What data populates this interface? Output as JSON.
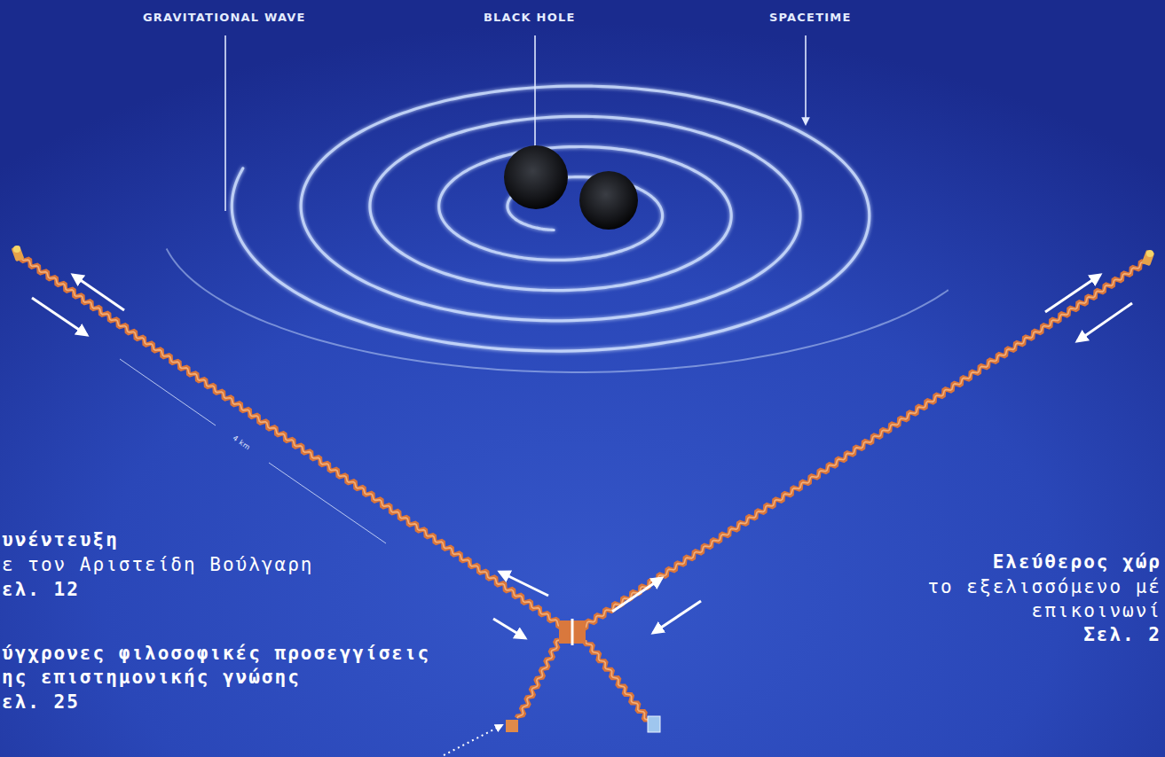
{
  "diagram": {
    "labels": [
      "GRAVITATIONAL WAVE",
      "BLACK HOLE",
      "SPACETIME",
      "4 km",
      "υνέντευξη",
      "ε τον Αριστείδη Βούλγαρη",
      "ελ. 12",
      "ύγχρονες φιλοσοφικές προσεγγίσεις",
      "ης επιστημονικής γνώσης",
      "ελ. 25",
      "Ελεύθερος χώρ",
      "το εξελισσόμενο μέ",
      "επικοινωνί",
      "Σελ. 2"
    ]
  }
}
